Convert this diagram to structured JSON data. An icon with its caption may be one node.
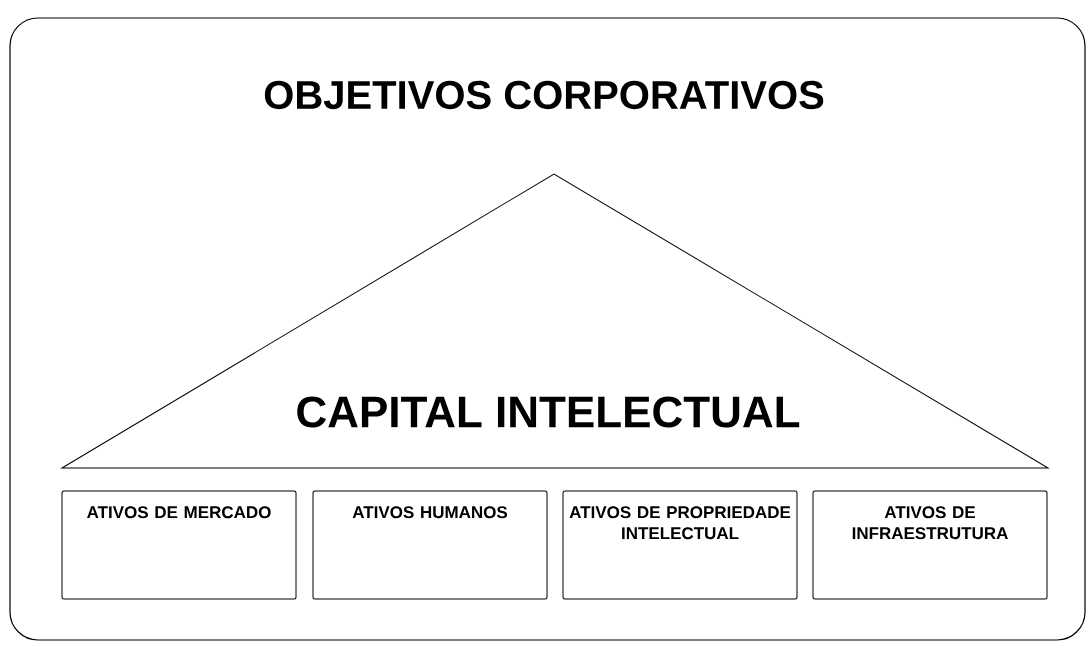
{
  "diagram": {
    "title": "OBJETIVOS CORPORATIVOS",
    "nodes": [
      {
        "text": [
          "CAPITAL INTELECTUAL"
        ]
      },
      {
        "text": [
          "ATIVOS DE MERCADO"
        ]
      },
      {
        "text": [
          "ATIVOS HUMANOS"
        ]
      },
      {
        "text": [
          "ATIVOS DE PROPRIEDADE INTELECTUAL"
        ]
      },
      {
        "text": [
          "ATIVOS DE INFRAESTRUTURA"
        ]
      }
    ]
  }
}
